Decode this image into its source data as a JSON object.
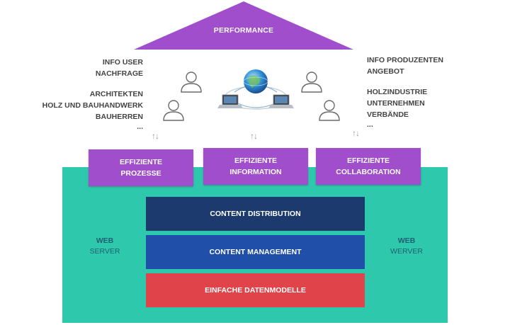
{
  "roof": {
    "label": "PERFORMANCE",
    "color": "#a04ecb"
  },
  "left_side": {
    "group1": [
      "INFO USER",
      "NACHFRAGE"
    ],
    "group2": [
      "ARCHITEKTEN",
      "HOLZ UND BAUHANDWERK",
      "BAUHERREN",
      "..."
    ]
  },
  "right_side": {
    "group1": [
      "INFO PRODUZENTEN",
      "ANGEBOT"
    ],
    "group2": [
      "HOLZINDUSTRIE",
      "UNTERNEHMEN",
      "VERBÄNDE",
      "..."
    ]
  },
  "pillars": [
    {
      "line1": "EFFIZIENTE",
      "line2": "PROZESSE"
    },
    {
      "line1": "EFFIZIENTE",
      "line2": "INFORMATION"
    },
    {
      "line1": "EFFIZIENTE",
      "line2": "COLLABORATION"
    }
  ],
  "layers": [
    {
      "label": "CONTENT DISTRIBUTION",
      "color": "#1d3a6e"
    },
    {
      "label": "CONTENT MANAGEMENT",
      "color": "#1f4fa8"
    },
    {
      "label": "EINFACHE DATENMODELLE",
      "color": "#e0444a"
    }
  ],
  "web_left": {
    "line1": "WEB",
    "line2": "SERVER"
  },
  "web_right": {
    "line1": "WEB",
    "line2": "WERVER"
  },
  "arrows_glyph": "↑↓",
  "base_color": "#2ec9ad",
  "icons": [
    "user-icon",
    "globe-network-icon",
    "laptop-icon"
  ]
}
